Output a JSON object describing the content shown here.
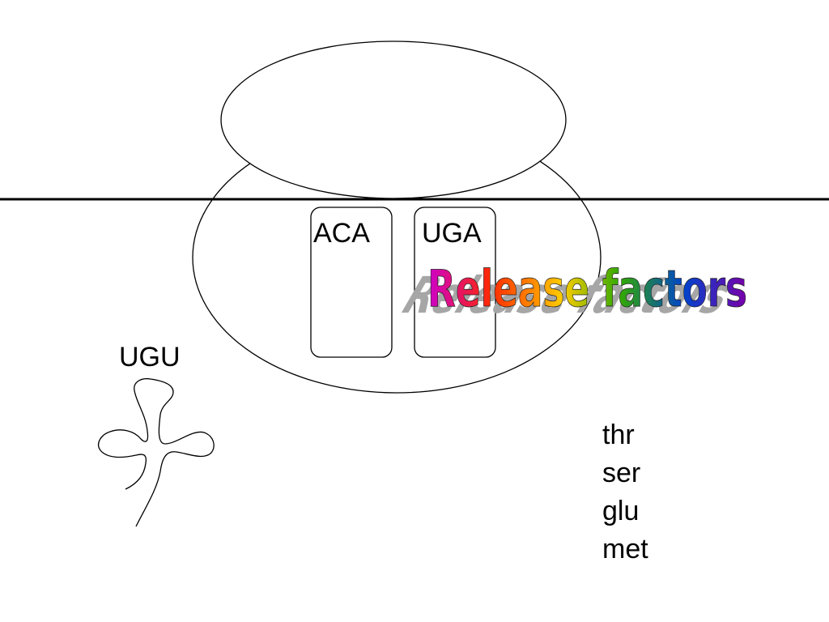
{
  "ribosome": {
    "codon_left": "ACA",
    "codon_right": "UGA"
  },
  "trna": {
    "anticodon": "UGU"
  },
  "release_factors": {
    "text": "Release factors",
    "shadow_color": "#a6a6a6",
    "gradient_colors": [
      "#cc00cc",
      "#ff2a00",
      "#ffcc00",
      "#33aa00",
      "#0044cc",
      "#7a00aa"
    ]
  },
  "peptide_chain": [
    "thr",
    "ser",
    "glu",
    "met"
  ],
  "line_color": "#000000"
}
